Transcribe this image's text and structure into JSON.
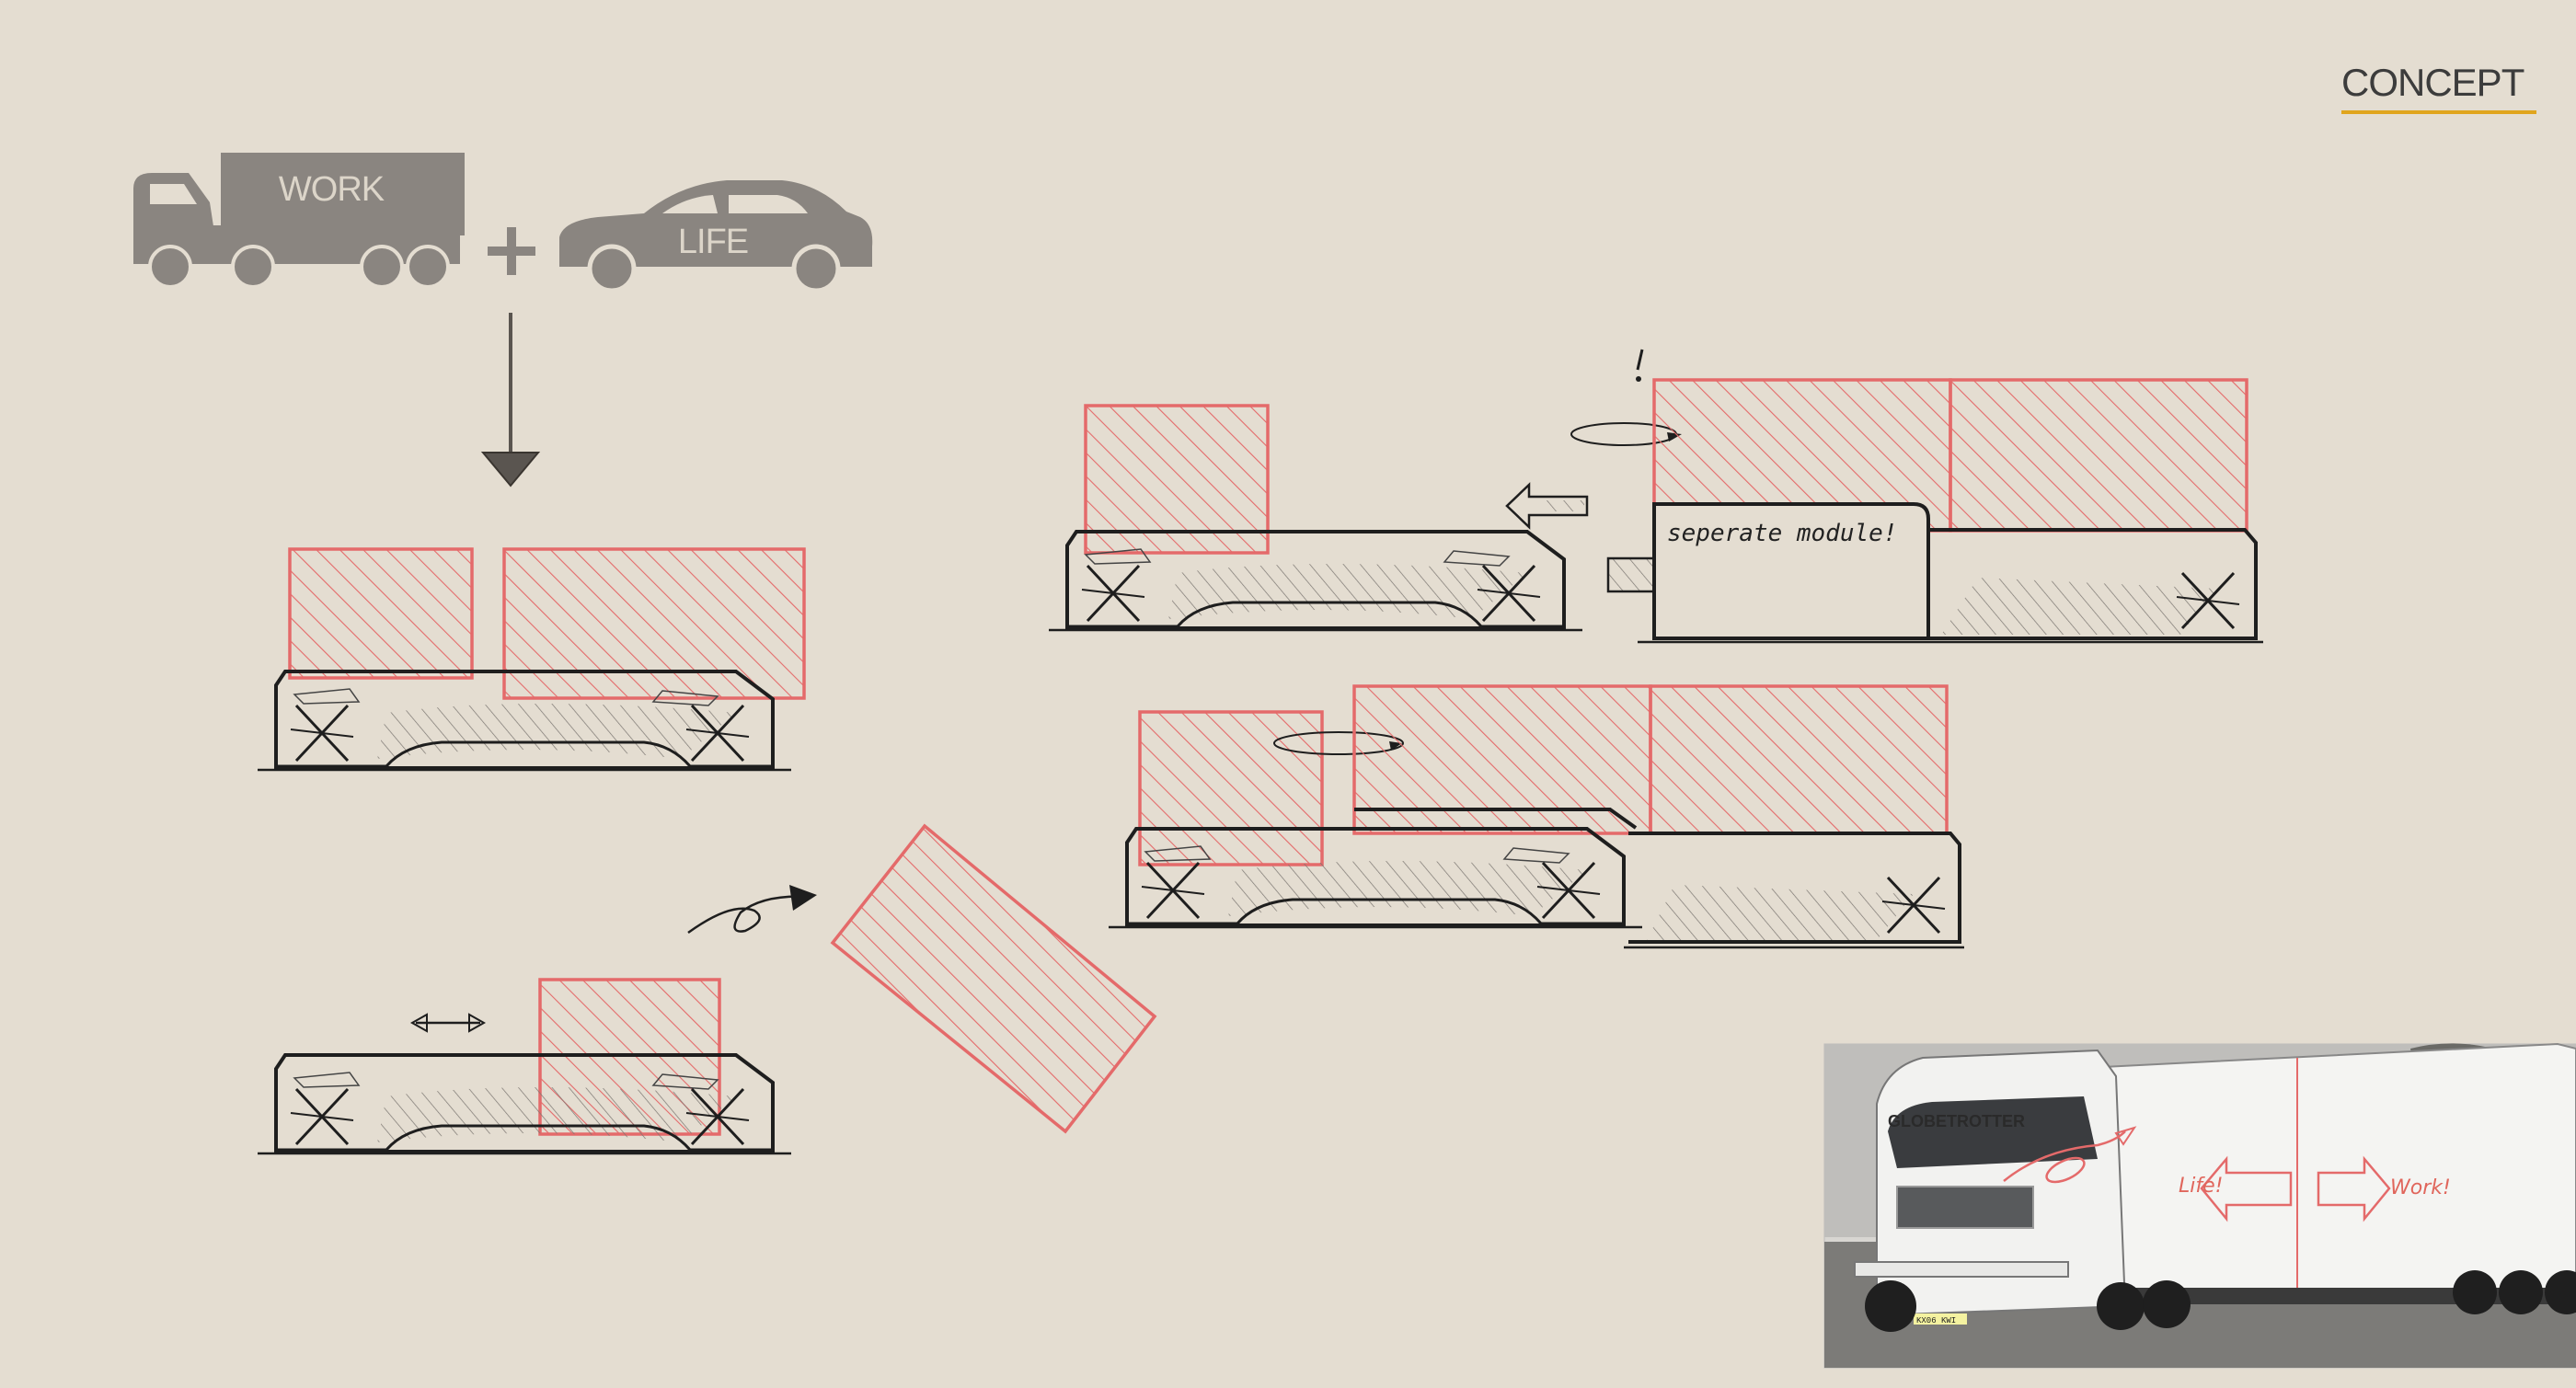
{
  "header": {
    "title": "CONCEPT"
  },
  "icons": {
    "truck_label": "WORK",
    "car_label": "LIFE"
  },
  "sketch": {
    "note": "seperate module!"
  },
  "photo": {
    "brand": "GLOBETROTTER",
    "plate": "KX06 KWI",
    "label_left": "Life!",
    "label_right": "Work!"
  },
  "colors": {
    "background": "#e4ddd1",
    "accent": "#e0a51d",
    "module_red": "#e46a6a",
    "icon_gray": "#8a8580",
    "ink": "#1e1e1e"
  }
}
